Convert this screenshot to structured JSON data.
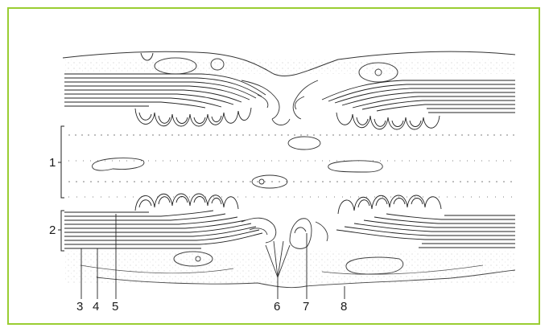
{
  "colors": {
    "frame_border": "#9acd32",
    "ink": "#222222"
  },
  "labels": {
    "l1": "1",
    "l2": "2",
    "l3": "3",
    "l4": "4",
    "l5": "5",
    "l6": "6",
    "l7": "7",
    "l8": "8"
  }
}
